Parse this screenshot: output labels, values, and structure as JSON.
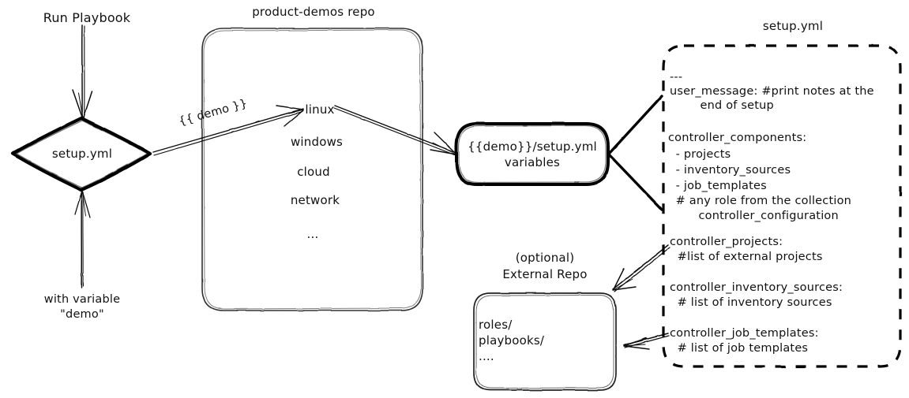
{
  "diagram": {
    "title_hidden": "product-demos setup.yml flow",
    "entry": {
      "run_label": "Run Playbook",
      "variable_label_line1": "with variable",
      "variable_label_line2": "\"demo\"",
      "node_label": "setup.yml"
    },
    "repo": {
      "title": "product-demos repo",
      "items": [
        "linux",
        "windows",
        "cloud",
        "network",
        "..."
      ]
    },
    "edge_labels": {
      "demo_var": "{{ demo }}"
    },
    "vars_node": {
      "line1": "{{demo}}/setup.yml",
      "line2": "variables"
    },
    "external_repo": {
      "title_line1": "(optional)",
      "title_line2": "External Repo",
      "items": [
        "roles/",
        "playbooks/",
        "...."
      ]
    },
    "setup_yml": {
      "title": "setup.yml",
      "blocks": [
        {
          "id": "doc-start",
          "lines": [
            "---"
          ]
        },
        {
          "id": "user-message",
          "lines": [
            "user_message: #print notes at the",
            "        end of setup"
          ]
        },
        {
          "id": "controller-components",
          "lines": [
            "controller_components:",
            "  - projects",
            "  - inventory_sources",
            "  - job_templates",
            "  # any role from the collection",
            "        controller_configuration"
          ]
        },
        {
          "id": "controller-projects",
          "lines": [
            "controller_projects:",
            "  #list of external projects"
          ]
        },
        {
          "id": "controller-inventory-sources",
          "lines": [
            "controller_inventory_sources:",
            "  # list of inventory sources"
          ]
        },
        {
          "id": "controller-job-templates",
          "lines": [
            "controller_job_templates:",
            "  # list of job templates"
          ]
        }
      ]
    },
    "colors": {
      "ink": "#111111",
      "stroke": "#000000",
      "background": "#ffffff"
    }
  }
}
